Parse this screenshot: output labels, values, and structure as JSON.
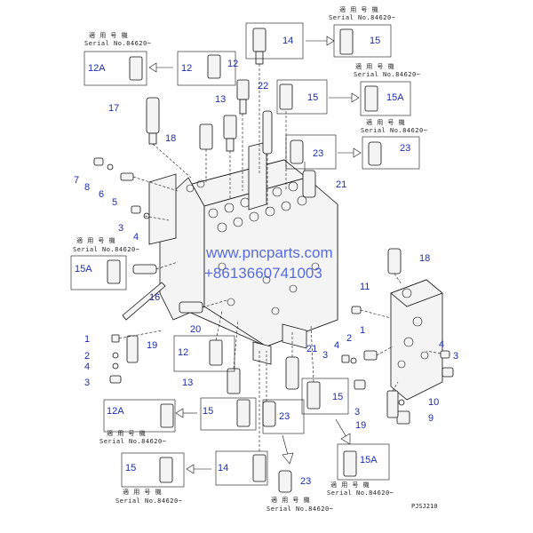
{
  "labels": {
    "top_14": "14",
    "top_15": "15",
    "box_12a": "12A",
    "box_12": "12",
    "l_12_top": "12",
    "l_22": "22",
    "box_15_mid": "15",
    "box_15a_mid": "15A",
    "l_17": "17",
    "l_13_top": "13",
    "l_18": "18",
    "box_23_top": "23",
    "box_23_right": "23",
    "l_21_top": "21",
    "l_7": "7",
    "l_8": "8",
    "l_6": "6",
    "l_5": "5",
    "l_3_left": "3",
    "l_4_left": "4",
    "box_15a_left": "15A",
    "l_16": "16",
    "l_18_right": "18",
    "l_11": "11",
    "l_20": "20",
    "l_1": "1",
    "l_2": "2",
    "l_4_low": "4",
    "l_3_low": "3",
    "l_19_left": "19",
    "box_12_low": "12",
    "l_13_low": "13",
    "l_21_low": "21",
    "l_3_r1": "3",
    "l_4_r": "4",
    "l_2_r": "2",
    "l_1_r": "1",
    "l_4_rr": "4",
    "l_3_rr": "3",
    "box_15_center": "15",
    "l_3_c": "3",
    "l_10": "10",
    "l_9": "9",
    "l_19_r": "19",
    "box_12a_low": "12A",
    "box_15_low": "15",
    "box_23_low": "23",
    "box_15_bottom": "15",
    "box_14_bottom": "14",
    "l_23_bottom": "23",
    "box_15a_bottom": "15A"
  },
  "serial_notes": {
    "jp_text": "適 用 号 機",
    "serial_text": "Serial No.84620~"
  },
  "watermark": {
    "site": "www.pncparts.com",
    "phone": "+8613660741003"
  },
  "figure_code": "PJSJ210",
  "colors": {
    "label_blue": "#1a2db0",
    "watermark_blue": "#3b52d8",
    "line": "#111111"
  }
}
